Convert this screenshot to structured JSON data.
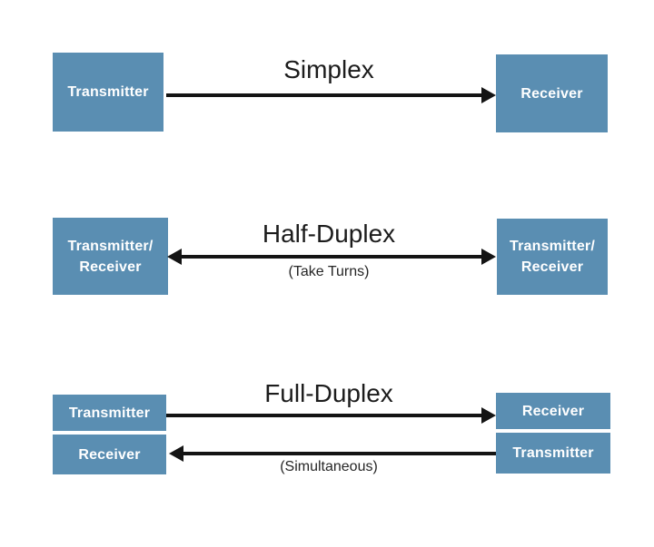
{
  "page": {
    "background": "#ffffff"
  },
  "colors": {
    "page_bg": "#ffffff",
    "box_fill": "#5a8eb2",
    "box_text": "#ffffff",
    "arrow": "#141414",
    "title": "#1c1c1c",
    "subtitle": "#262626"
  },
  "sections": {
    "simplex": {
      "title": "Simplex",
      "left_box_label": "Transmitter",
      "right_box_label": "Receiver",
      "arrow_direction": "left-to-right"
    },
    "half_duplex": {
      "title": "Half-Duplex",
      "subtitle": "(Take Turns)",
      "left_box_line1": "Transmitter/",
      "left_box_line2": "Receiver",
      "right_box_line1": "Transmitter/",
      "right_box_line2": "Receiver",
      "arrow_direction": "bidirectional"
    },
    "full_duplex": {
      "title": "Full-Duplex",
      "subtitle": "(Simultaneous)",
      "left_top_box_label": "Transmitter",
      "left_bottom_box_label": "Receiver",
      "right_top_box_label": "Receiver",
      "right_bottom_box_label": "Transmitter",
      "top_arrow_direction": "left-to-right",
      "bottom_arrow_direction": "right-to-left"
    }
  }
}
